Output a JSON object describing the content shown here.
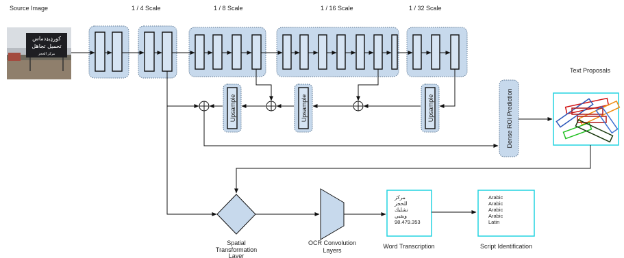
{
  "labels": {
    "source_image": "Source Image",
    "scale_4": "1 / 4 Scale",
    "scale_8": "1 / 8 Scale",
    "scale_16": "1 / 16 Scale",
    "scale_32": "1 / 32 Scale",
    "text_proposals": "Text Proposals",
    "dense_roi": "Dense ROI Prediction",
    "upsample": "Upsample",
    "spatial_1": "Spatial",
    "spatial_2": "Transformation",
    "spatial_3": "Layer",
    "ocr_1": "OCR Convolution",
    "ocr_2": "Layers",
    "word_transcription": "Word Transcription",
    "script_identification": "Script Identification"
  },
  "sign_text": {
    "line1": "کورډیډدماس",
    "line2": "تحمیل تجاهل",
    "line3": "مركز الحجز"
  },
  "transcription": [
    "مركز",
    "للحجز",
    "تشليك",
    "وبقبي",
    "98.479.353"
  ],
  "scripts": [
    "Arabic",
    "Arabic",
    "Arabic",
    "Arabic",
    "Latin"
  ],
  "colors": {
    "group_fill": "#c7d9ec",
    "layer_fill": "#d6e4f3",
    "box_border": "#22d3e0"
  }
}
